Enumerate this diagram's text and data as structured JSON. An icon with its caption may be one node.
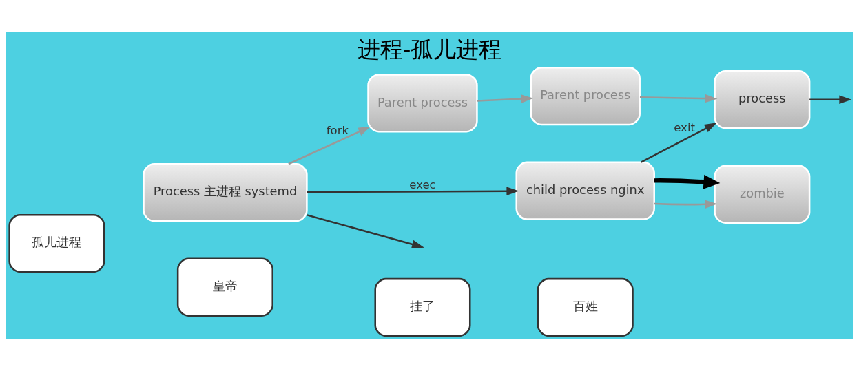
{
  "diagram": {
    "title": "进程-孤儿进程",
    "nodes": [
      {
        "text": [
          "Process 主进程 systemd"
        ]
      },
      {
        "text": [
          "孤儿进程"
        ]
      },
      {
        "text": [
          "皇帝"
        ]
      },
      {
        "text": [
          "Parent process"
        ]
      },
      {
        "text": [
          "Parent process"
        ]
      },
      {
        "text": [
          "child process nginx"
        ]
      },
      {
        "text": [
          "process"
        ]
      },
      {
        "text": [
          "zombie"
        ]
      },
      {
        "text": [
          "挂了"
        ]
      },
      {
        "text": [
          "百姓"
        ]
      }
    ],
    "edges": [
      {
        "from": 0,
        "to": 3,
        "arrow": "to",
        "label": "fork"
      },
      {
        "from": 0,
        "to": null,
        "arrow": "to",
        "color": "#333333"
      },
      {
        "from": 0,
        "to": 5,
        "arrow": "to",
        "label": "exec",
        "color": "#333333"
      },
      {
        "from": 3,
        "to": 4,
        "arrow": "to"
      },
      {
        "from": 4,
        "to": 6,
        "arrow": "to"
      },
      {
        "from": 5,
        "to": 6,
        "arrow": "to",
        "label": "exit",
        "color": "#333333"
      },
      {
        "from": 5,
        "to": 7,
        "arrow": "to"
      },
      {
        "from": 5,
        "to": 7,
        "arrow": "to",
        "style": "thick",
        "color": "#000000"
      },
      {
        "from": 6,
        "to": null,
        "arrow": "to",
        "color": "#333333"
      }
    ]
  }
}
